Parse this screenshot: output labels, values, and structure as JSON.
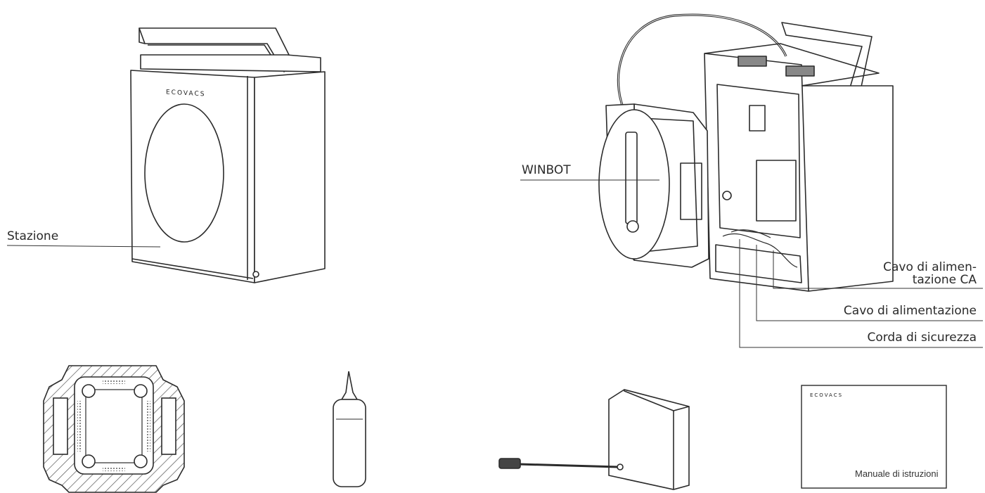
{
  "labels": {
    "station": "Stazione",
    "winbot": "WINBOT",
    "ac_cable_line1": "Cavo di alimen-",
    "ac_cable_line2": "tazione CA",
    "power_cable": "Cavo di alimentazione",
    "safety_rope": "Corda di sicurezza"
  },
  "brand": {
    "station_logo": "ECOVACS",
    "manual_logo": "ECOVACS"
  },
  "manual": {
    "title": "Manuale di istruzioni"
  },
  "colors": {
    "stroke": "#2b2b2b",
    "fill": "#ffffff",
    "hatch": "#555555"
  }
}
